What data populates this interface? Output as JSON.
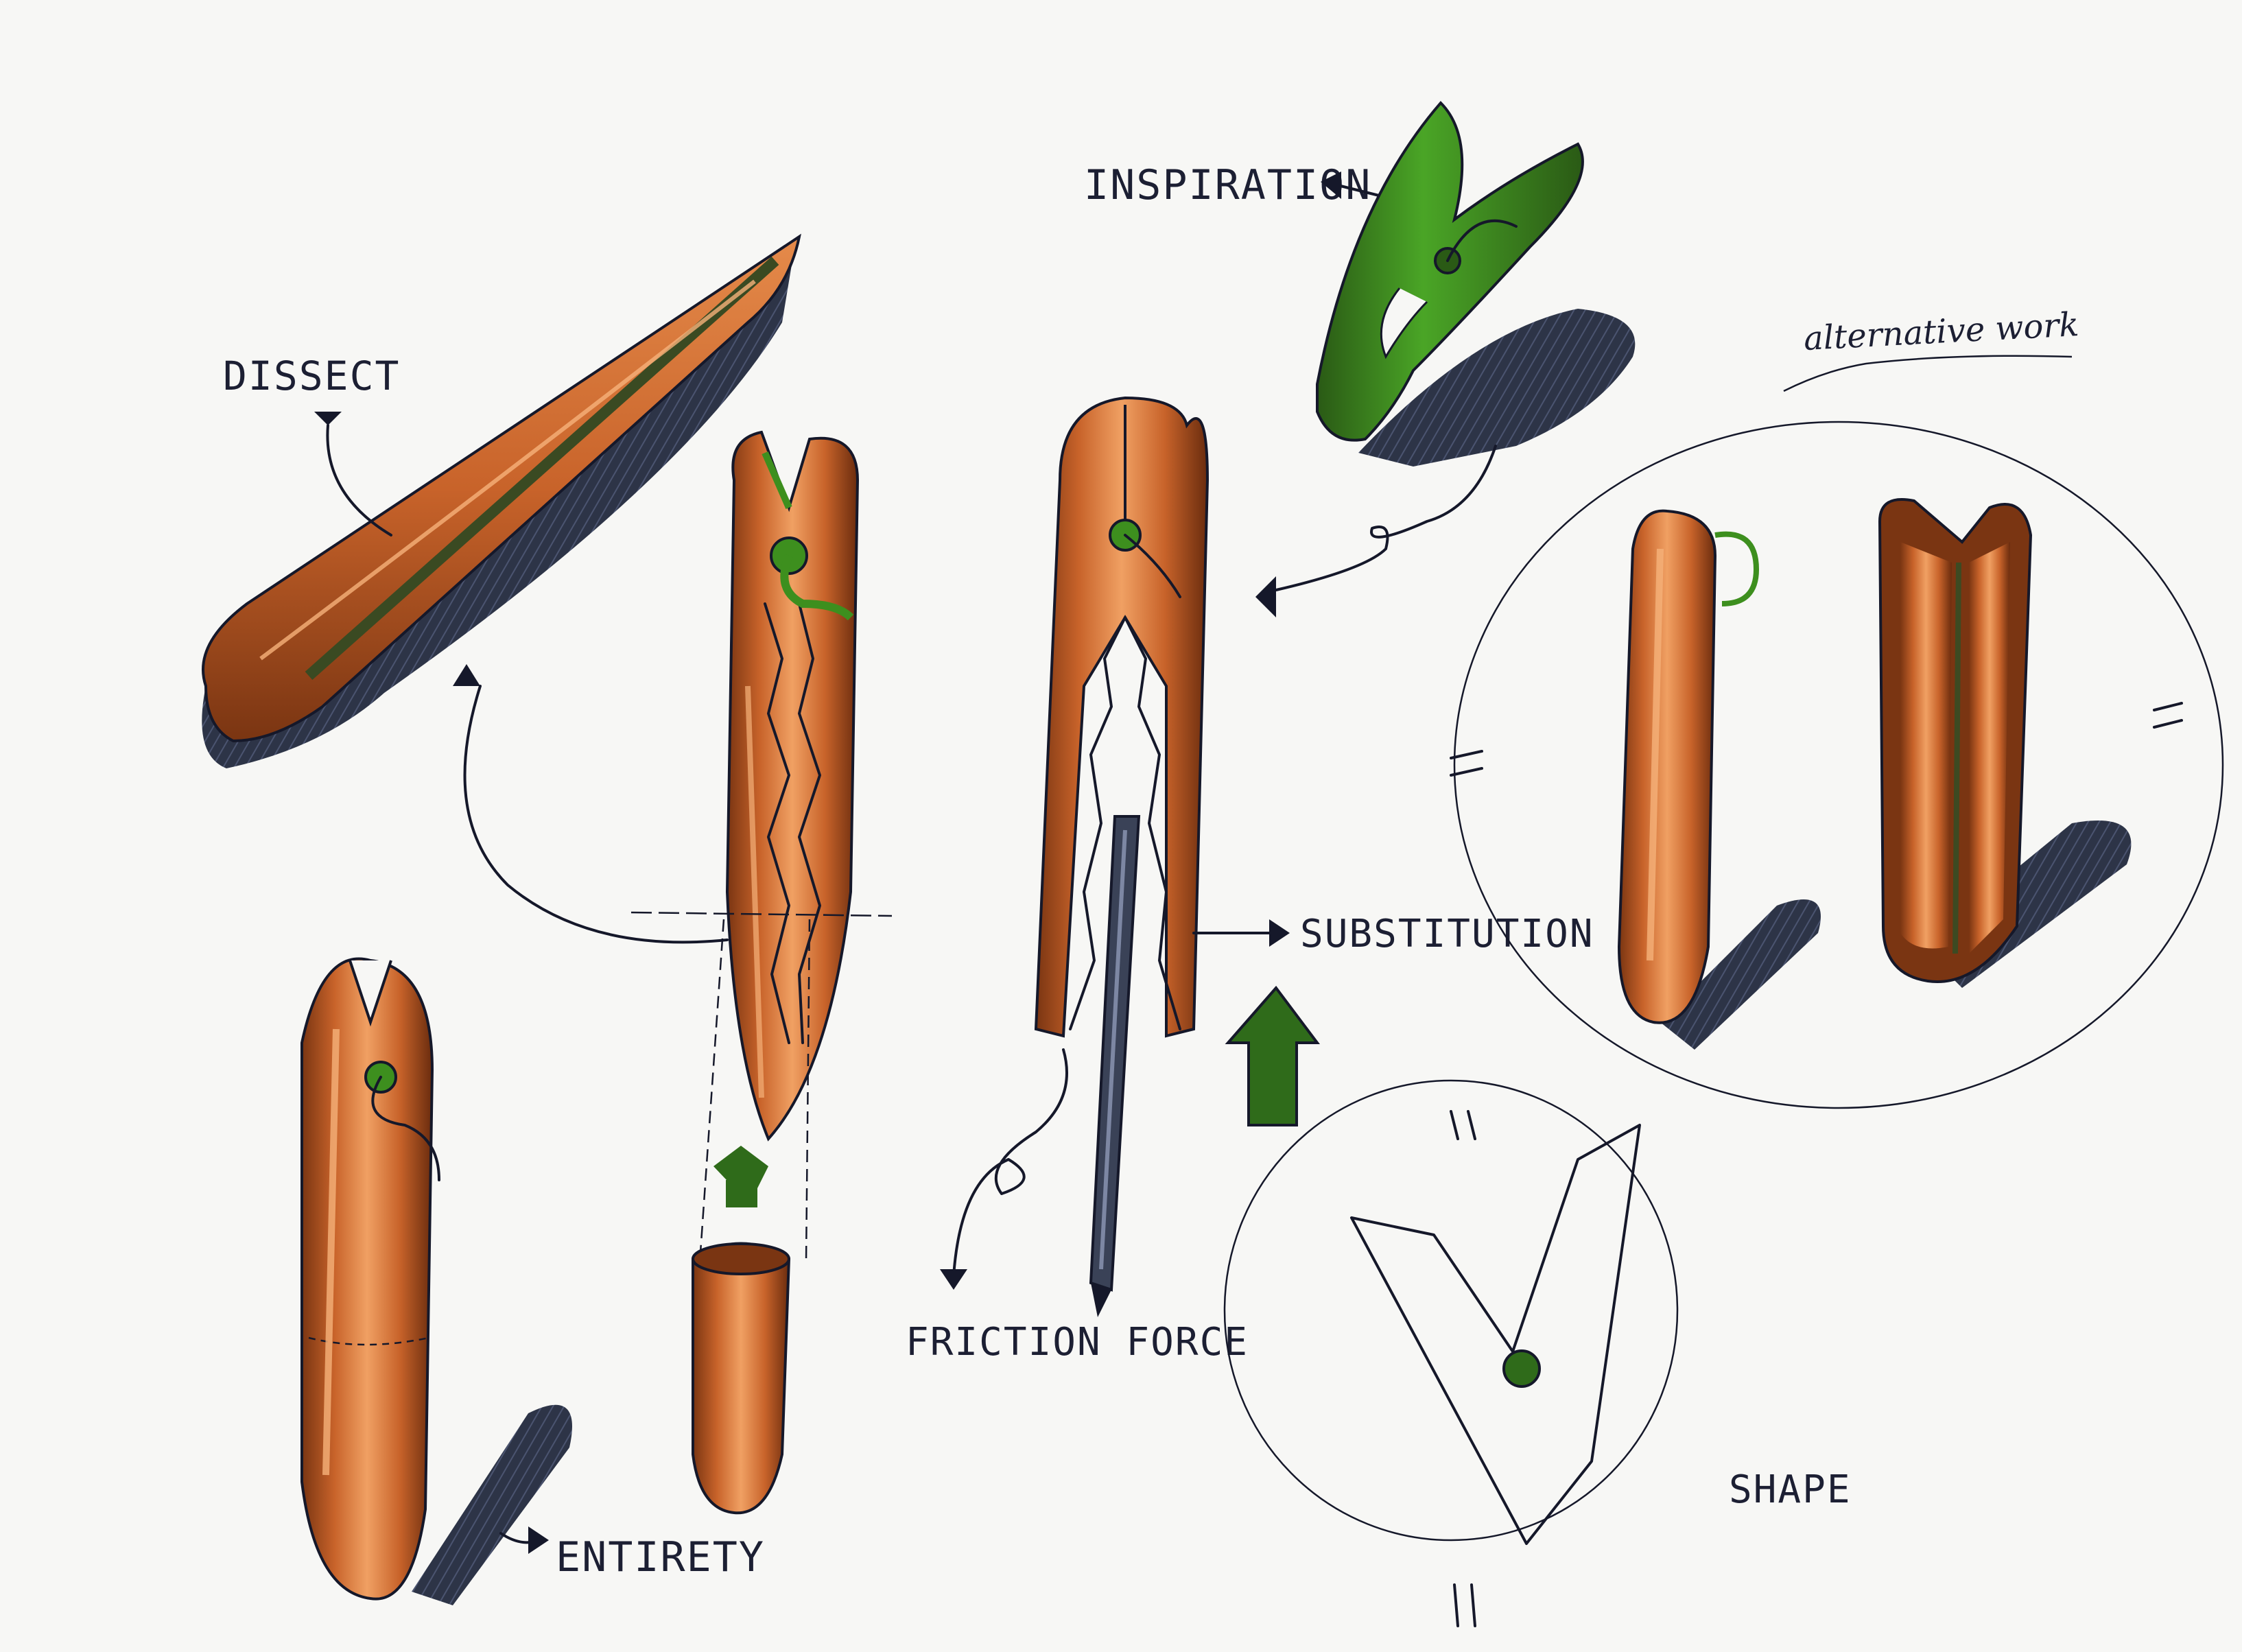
{
  "labels": {
    "inspiration": "INSPIRATION",
    "dissect": "DISSECT",
    "substitution": "SUBSTITUTION",
    "friction_force": "FRICTION FORCE",
    "entirety": "ENTIRETY",
    "shape": "SHAPE",
    "alternative_work": "alternative work"
  },
  "colors": {
    "wood": "#c8632a",
    "wood_light": "#e58a4a",
    "wood_dark": "#7a3512",
    "shadow": "#2d3447",
    "green": "#3d8f1e",
    "green_dark": "#2a5a15",
    "ink": "#15182a",
    "paper": "#f7f7f5"
  }
}
